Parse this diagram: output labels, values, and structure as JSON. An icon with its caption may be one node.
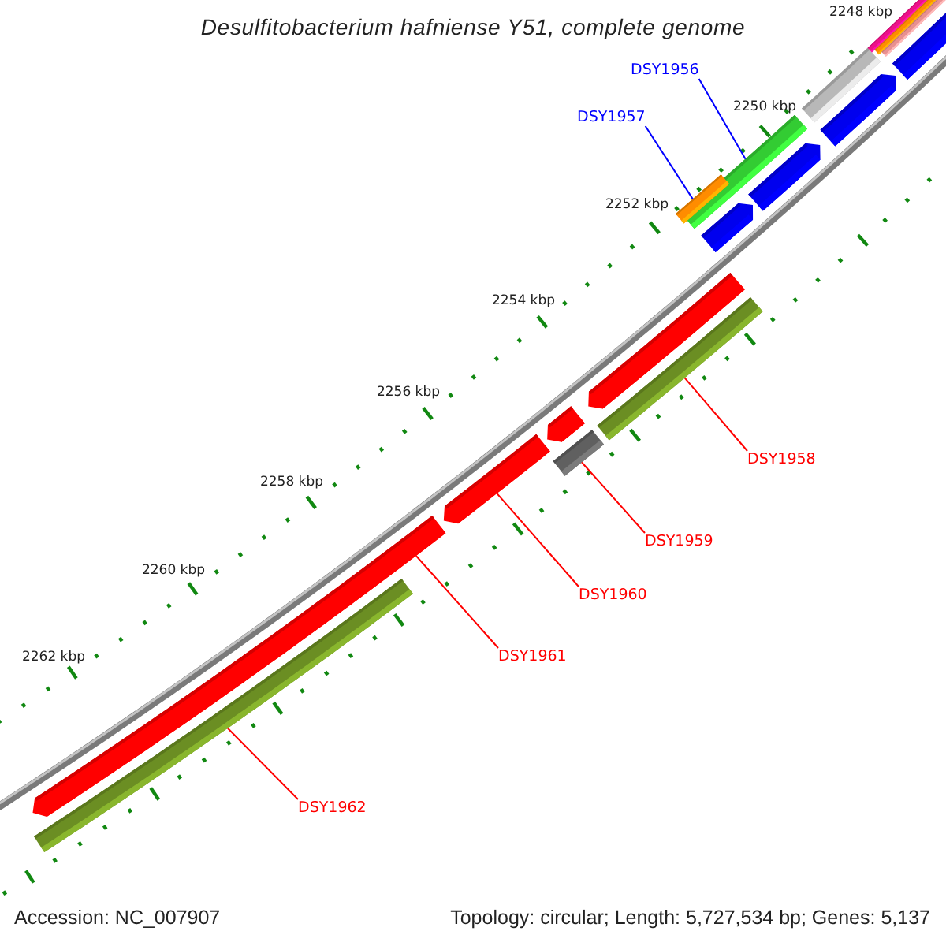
{
  "diagram": {
    "title": "Desulfitobacterium hafniense Y51, complete genome",
    "nodes": [
      {
        "text": [
          "DSY1956"
        ]
      },
      {
        "text": [],
        "shape": "bar"
      },
      {
        "text": [
          "DSY1957"
        ]
      },
      {
        "text": [],
        "shape": "bar"
      },
      {
        "text": [
          "DSY1958"
        ]
      },
      {
        "text": [],
        "shape": "bar"
      },
      {
        "text": [
          "DSY1959"
        ]
      },
      {
        "text": [],
        "shape": "bar"
      },
      {
        "text": [
          "DSY1960"
        ]
      },
      {
        "text": [],
        "shape": "bar"
      },
      {
        "text": [
          "DSY1961"
        ]
      },
      {
        "text": [],
        "shape": "bar"
      },
      {
        "text": [
          "DSY1962"
        ]
      },
      {
        "text": [],
        "shape": "bar"
      }
    ],
    "edges": [
      {
        "from": 0,
        "to": 1,
        "arrow": "none",
        "color": "#0000ff"
      },
      {
        "from": 2,
        "to": 3,
        "arrow": "none",
        "color": "#0000ff"
      },
      {
        "from": 4,
        "to": 5,
        "arrow": "none"
      },
      {
        "from": 6,
        "to": 7,
        "arrow": "none"
      },
      {
        "from": 8,
        "to": 9,
        "arrow": "none"
      },
      {
        "from": 10,
        "to": 11,
        "arrow": "none"
      },
      {
        "from": 12,
        "to": 13,
        "arrow": "none"
      }
    ],
    "labels": [
      "2248 kbp",
      "2250 kbp",
      "2252 kbp",
      "2254 kbp",
      "2256 kbp",
      "2258 kbp",
      "2260 kbp",
      "2262 kbp",
      "Accession: NC_007907",
      "Topology: circular; Length: 5,727,534 bp; Genes: 5,137"
    ]
  }
}
